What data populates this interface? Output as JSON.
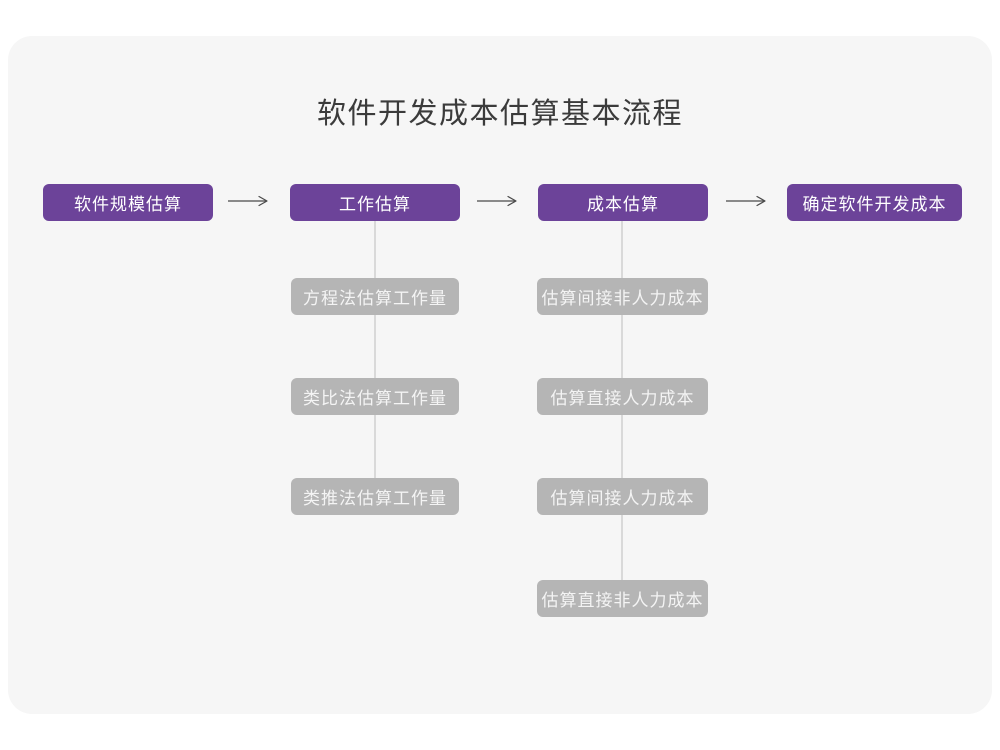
{
  "title": "软件开发成本估算基本流程",
  "flow": {
    "steps": [
      {
        "label": "软件规模估算"
      },
      {
        "label": "工作估算"
      },
      {
        "label": "成本估算"
      },
      {
        "label": "确定软件开发成本"
      }
    ],
    "work_branch": {
      "items": [
        {
          "label": "方程法估算工作量"
        },
        {
          "label": "类比法估算工作量"
        },
        {
          "label": "类推法估算工作量"
        }
      ]
    },
    "cost_branch": {
      "items": [
        {
          "label": "估算间接非人力成本"
        },
        {
          "label": "估算直接人力成本"
        },
        {
          "label": "估算间接人力成本"
        },
        {
          "label": "估算直接非人力成本"
        }
      ]
    }
  },
  "icons": {
    "right_arrow": "arrow-right-icon"
  },
  "colors": {
    "accent_purple": "#6C4399",
    "node_gray": "#B5B5B5",
    "panel_background": "#F6F6F6",
    "connector_gray": "#D9D9D9",
    "arrow_gray": "#4A4A4A",
    "title_text": "#3B3B3B",
    "node_text_white": "#FFFFFF"
  }
}
